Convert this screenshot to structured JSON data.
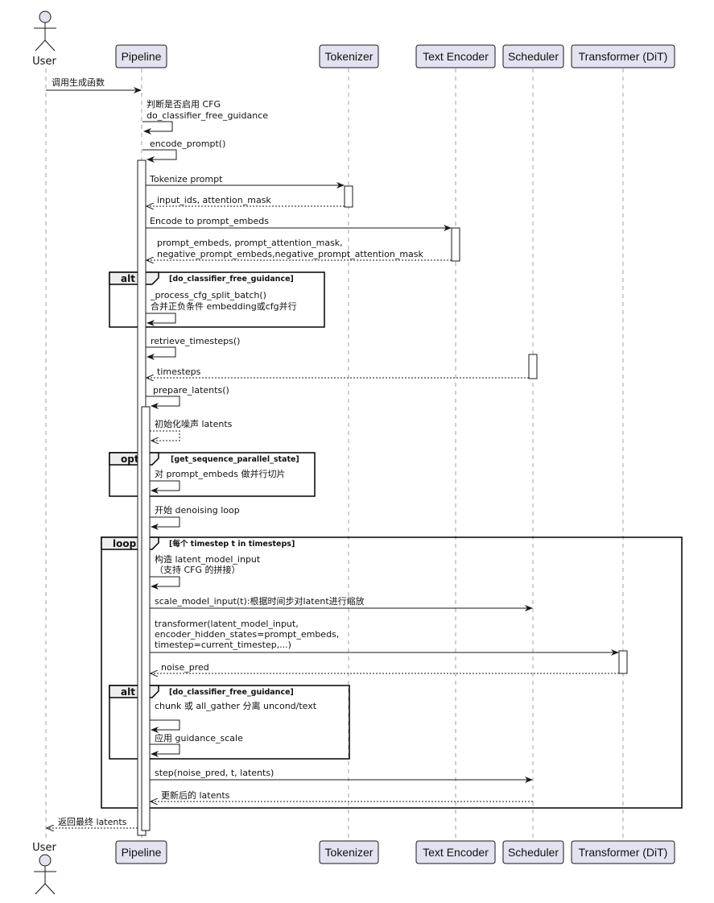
{
  "participants": {
    "user": "User",
    "pipeline": "Pipeline",
    "tokenizer": "Tokenizer",
    "text_encoder": "Text Encoder",
    "scheduler": "Scheduler",
    "transformer": "Transformer (DiT)"
  },
  "messages": {
    "m1": "调用生成函数",
    "m2a": "判断是否启用 CFG",
    "m2b": "do_classifier_free_guidance",
    "m3": "encode_prompt()",
    "m4": "Tokenize prompt",
    "m5": "input_ids, attention_mask",
    "m6": "Encode to prompt_embeds",
    "m7a": "prompt_embeds, prompt_attention_mask,",
    "m7b": "negative_prompt_embeds,negative_prompt_attention_mask",
    "m8a": "_process_cfg_split_batch()",
    "m8b": "合并正负条件 embedding或cfg并行",
    "m9": "retrieve_timesteps()",
    "m10": "timesteps",
    "m11": "prepare_latents()",
    "m12": "初始化噪声 latents",
    "m13": "对 prompt_embeds 做并行切片",
    "m14": "开始 denoising loop",
    "m15a": "构造 latent_model_input",
    "m15b": "（支持 CFG 的拼接）",
    "m16": "scale_model_input(t):根据时间步对latent进行缩放",
    "m17a": "transformer(latent_model_input,",
    "m17b": "encoder_hidden_states=prompt_embeds,",
    "m17c": "timestep=current_timestep,...)",
    "m18": "noise_pred",
    "m19": "chunk 或 all_gather 分离 uncond/text",
    "m20": "应用 guidance_scale",
    "m21": "step(noise_pred, t, latents)",
    "m22": "更新后的 latents",
    "m23": "返回最终 latents"
  },
  "fragments": {
    "alt1": {
      "tag": "alt",
      "condition": "[do_classifier_free_guidance]"
    },
    "opt1": {
      "tag": "opt",
      "condition": "[get_sequence_parallel_state]"
    },
    "loop1": {
      "tag": "loop",
      "condition": "[每个 timestep t in timesteps]"
    },
    "alt2": {
      "tag": "alt",
      "condition": "[do_classifier_free_guidance]"
    }
  },
  "colors": {
    "participant_fill": "#e2e2f0",
    "participant_border": "#181818",
    "lifeline": "#a0a0a0",
    "line": "#181818"
  }
}
